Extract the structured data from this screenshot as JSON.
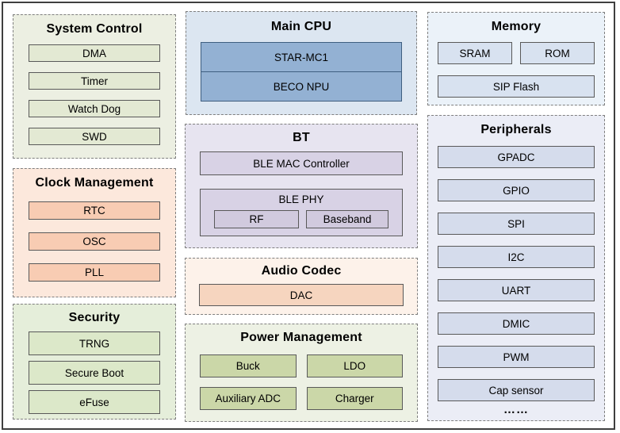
{
  "palette": {
    "frame_border": "#3f3f3f",
    "group_dashed_border": "#7f7f7f",
    "box_border": "#595959",
    "system_control": {
      "bg": "#ecefe2",
      "box": "#e3e9d3"
    },
    "clock_management": {
      "bg": "#fce8dc",
      "box": "#f8ccb3"
    },
    "security": {
      "bg": "#e5eeda",
      "box": "#dce8c9"
    },
    "main_cpu": {
      "bg": "#dce6f1",
      "box": "#93b1d3",
      "box_border": "#3f5f80"
    },
    "bt": {
      "bg": "#e7e4f0",
      "box": "#d8d2e5",
      "inner_box": "#d1cade"
    },
    "audio_codec": {
      "bg": "#fdf2ea",
      "box": "#f6d5bf"
    },
    "power_management": {
      "bg": "#edf1e4",
      "box": "#cbd7a8"
    },
    "memory": {
      "bg": "#ebf2f9",
      "box": "#d8e2f0"
    },
    "peripherals": {
      "bg": "#ebedf6",
      "box": "#d5dcec"
    }
  },
  "groups": {
    "system_control": {
      "title": "System Control",
      "items": [
        "DMA",
        "Timer",
        "Watch Dog",
        "SWD"
      ]
    },
    "clock_management": {
      "title": "Clock Management",
      "items": [
        "RTC",
        "OSC",
        "PLL"
      ]
    },
    "security": {
      "title": "Security",
      "items": [
        "TRNG",
        "Secure Boot",
        "eFuse"
      ]
    },
    "main_cpu": {
      "title": "Main CPU",
      "items": [
        "STAR-MC1",
        "BECO NPU"
      ]
    },
    "bt": {
      "title": "BT",
      "items": [
        "BLE MAC Controller"
      ],
      "phy": {
        "label": "BLE PHY",
        "items": [
          "RF",
          "Baseband"
        ]
      }
    },
    "audio_codec": {
      "title": "Audio Codec",
      "items": [
        "DAC"
      ]
    },
    "power_management": {
      "title": "Power Management",
      "items": [
        "Buck",
        "LDO",
        "Auxiliary ADC",
        "Charger"
      ]
    },
    "memory": {
      "title": "Memory",
      "row": [
        "SRAM",
        "ROM"
      ],
      "full": "SIP Flash"
    },
    "peripherals": {
      "title": "Peripherals",
      "items": [
        "GPADC",
        "GPIO",
        "SPI",
        "I2C",
        "UART",
        "DMIC",
        "PWM",
        "Cap sensor"
      ],
      "ellipsis": "……"
    }
  }
}
